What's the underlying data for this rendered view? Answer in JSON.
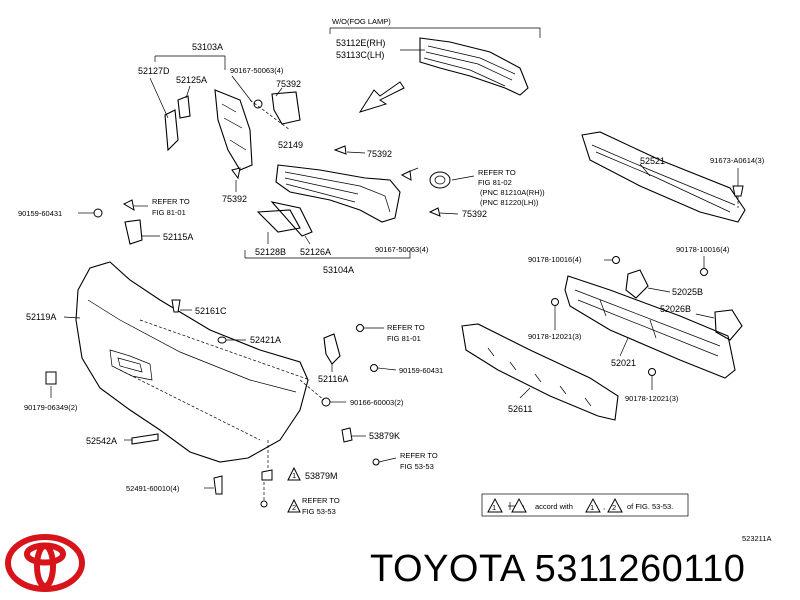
{
  "diagram": {
    "code": "523211A",
    "fog_note": "W/O(FOG LAMP)",
    "triangle_note": {
      "left": "1",
      "mid": "accord with",
      "right": "2",
      "tail": "of FIG. 53-53."
    },
    "parts": {
      "p53103A": "53103A",
      "p52127D": "52127D",
      "p52125A": "52125A",
      "p90167a": "90167-50063(4)",
      "p75392a": "75392",
      "p53112E": "53112E(RH)",
      "p53113C": "53113C(LH)",
      "p52149": "52149",
      "p75392b": "75392",
      "p75392c": "75392",
      "p52521": "52521",
      "p91673": "91673-A0614(3)",
      "p90159a": "90159-60431",
      "p52115A": "52115A",
      "p52128B": "52128B",
      "p52126A": "52126A",
      "p53104A": "53104A",
      "p90167b": "90167-50063(4)",
      "p75392d": "75392",
      "p90178a": "90178-10016(4)",
      "p90178b": "90178-10016(4)",
      "p52025B": "52025B",
      "p52026B": "52026B",
      "p90178c": "90178-12021(3)",
      "p52021": "52021",
      "p90178d": "90178-12021(3)",
      "p52611": "52611",
      "p52119A": "52119A",
      "p52161C": "52161C",
      "p52421A": "52421A",
      "p52116A": "52116A",
      "p90159b": "90159-60431",
      "p90166": "90166-60003(2)",
      "p90179": "90179-06349(2)",
      "p52542A": "52542A",
      "p53879K": "53879K",
      "p53879M": "53879M",
      "p52491": "52491-60010(4)"
    },
    "refs": {
      "r1_a": "REFER TO",
      "r1_b": "FIG 81-02",
      "r1_c": "(PNC 81210A(RH))",
      "r1_d": "(PNC 81220(LH))",
      "r2_a": "REFER TO",
      "r2_b": "FIG 81-01",
      "r3_a": "REFER TO",
      "r3_b": "FIG 81-01",
      "r4_a": "REFER TO",
      "r4_b": "FIG 53-53",
      "r5_a": "REFER TO",
      "r5_b": "FIG 53-53"
    }
  },
  "footer": {
    "brand": "TOYOTA 5311260110"
  },
  "colors": {
    "logo": "#d7141a",
    "ink": "#000000"
  },
  "icons": {
    "logo": "toyota-logo-icon",
    "warning": "warning-triangle-icon",
    "arrow": "direction-arrow-icon"
  }
}
